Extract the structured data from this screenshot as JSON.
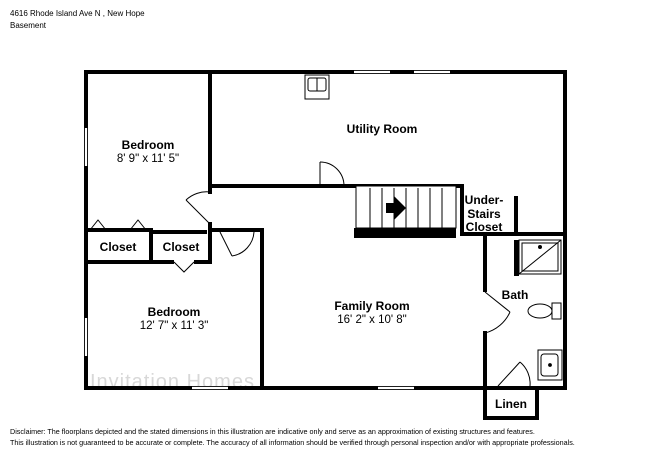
{
  "header": {
    "address": "4616 Rhode Island Ave N , New Hope",
    "level": "Basement"
  },
  "watermark": "Invitation Homes",
  "rooms": {
    "bedroom1": {
      "name": "Bedroom",
      "dims": "8' 9\" x 11' 5\""
    },
    "bedroom2": {
      "name": "Bedroom",
      "dims": "12' 7\" x 11' 3\""
    },
    "utility": {
      "name": "Utility Room"
    },
    "family": {
      "name": "Family Room",
      "dims": "16' 2\" x 10' 8\""
    },
    "bath": {
      "name": "Bath"
    },
    "closet1": {
      "name": "Closet"
    },
    "closet2": {
      "name": "Closet"
    },
    "under_stairs": {
      "line1": "Under-",
      "line2": "Stairs",
      "line3": "Closet"
    },
    "linen": {
      "name": "Linen"
    }
  },
  "disclaimer": {
    "line1": "Disclaimer: The floorplans depicted and the stated dimensions in this illustration are indicative only and serve as an approximation of existing structures and features.",
    "line2": "This illustration is not guaranteed to be accurate or complete. The accuracy of all information should be verified through personal inspection and/or with appropriate professionals."
  }
}
